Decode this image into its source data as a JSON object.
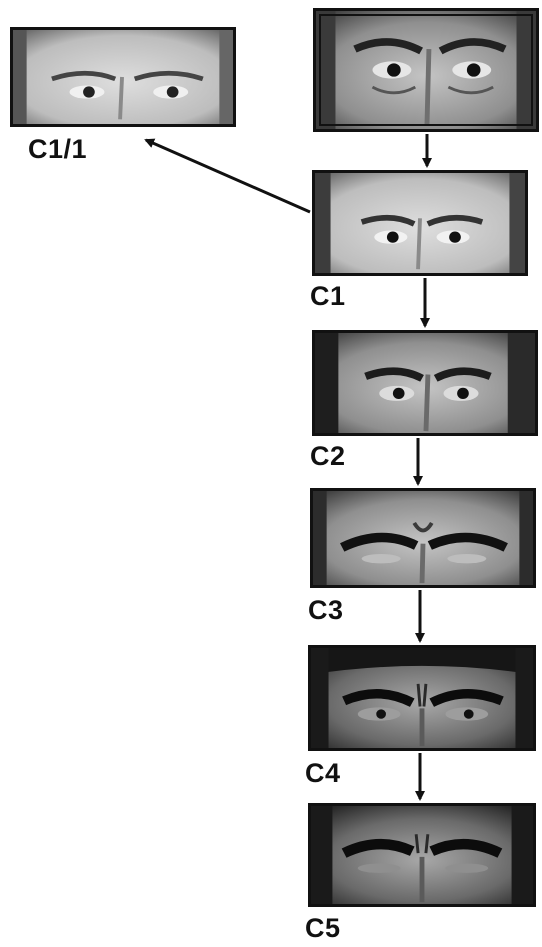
{
  "nodes": [
    {
      "id": "c1_1",
      "label": "C1/1",
      "tone": "light"
    },
    {
      "id": "source",
      "label": "",
      "tone": "mid"
    },
    {
      "id": "c1",
      "label": "C1",
      "tone": "light"
    },
    {
      "id": "c2",
      "label": "C2",
      "tone": "mid"
    },
    {
      "id": "c3",
      "label": "C3",
      "tone": "mid"
    },
    {
      "id": "c4",
      "label": "C4",
      "tone": "dark"
    },
    {
      "id": "c5",
      "label": "C5",
      "tone": "dark"
    }
  ],
  "edges": [
    {
      "from": "source",
      "to": "c1"
    },
    {
      "from": "c1",
      "to": "c1_1"
    },
    {
      "from": "c1",
      "to": "c2"
    },
    {
      "from": "c2",
      "to": "c3"
    },
    {
      "from": "c3",
      "to": "c4"
    },
    {
      "from": "c4",
      "to": "c5"
    }
  ],
  "colors": {
    "ink": "#111111",
    "light_skin": "#c9c9c9",
    "mid_skin": "#9a9a9a",
    "dark_skin": "#5e5e5e"
  }
}
